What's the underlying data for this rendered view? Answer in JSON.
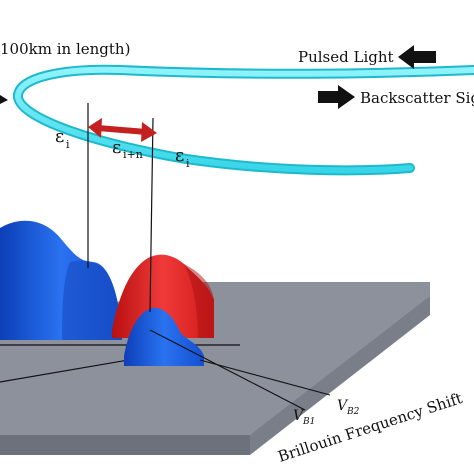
{
  "labels": {
    "fiber_length": "100km in length)",
    "pulsed_light": "Pulsed Light",
    "backscatter": "Backscatter Sign",
    "strain_left": "ε",
    "strain_left_sub": "i",
    "strain_mid": "ε",
    "strain_mid_sub": "i+n",
    "strain_right": "ε",
    "strain_right_sub": "i",
    "vb1": "V",
    "vb1_sub": "B1",
    "vb2": "V",
    "vb2_sub": "B2",
    "axis": "Brillouin Frequency Shift"
  },
  "colors": {
    "fiber": "#55e8f5",
    "blue_peak": "#1f5fe0",
    "red_peak": "#e82828",
    "platform_top": "#8a8f9a",
    "platform_front": "#6f737d",
    "arrow": "#c42020"
  }
}
